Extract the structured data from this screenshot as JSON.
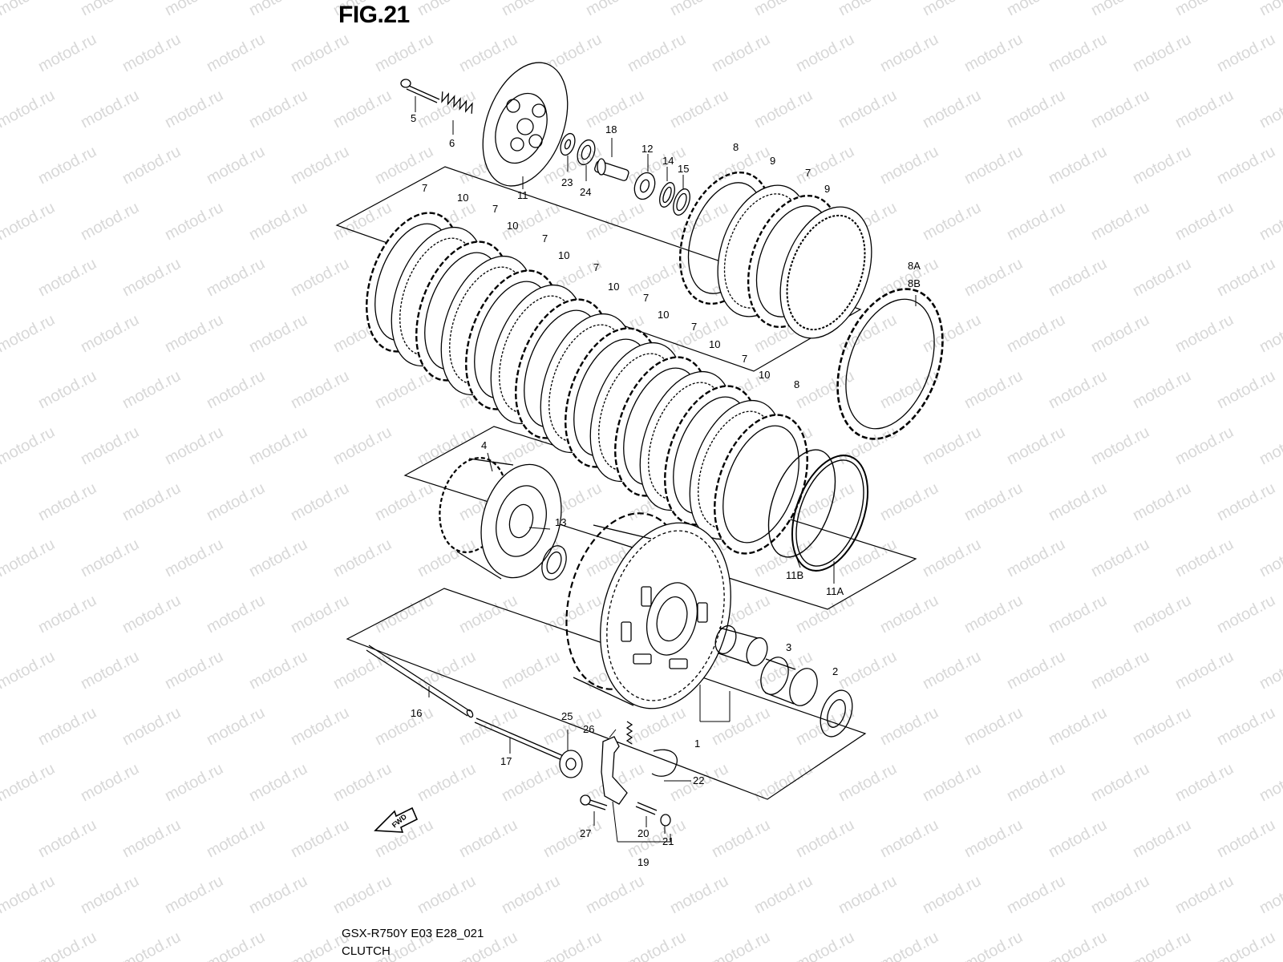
{
  "figure": {
    "title": "FIG.21"
  },
  "footer": {
    "code": "GSX-R750Y E03 E28_021",
    "name": "CLUTCH"
  },
  "watermark": {
    "text": "motod.ru",
    "color": "#d8d8d8"
  },
  "direction_arrow": {
    "label": "FWD"
  },
  "callouts": [
    {
      "id": "c5",
      "label": "5"
    },
    {
      "id": "c6",
      "label": "6"
    },
    {
      "id": "c11",
      "label": "11"
    },
    {
      "id": "c23",
      "label": "23"
    },
    {
      "id": "c24",
      "label": "24"
    },
    {
      "id": "c18",
      "label": "18"
    },
    {
      "id": "c12",
      "label": "12"
    },
    {
      "id": "c14",
      "label": "14"
    },
    {
      "id": "c15",
      "label": "15"
    },
    {
      "id": "c8a",
      "label": "8"
    },
    {
      "id": "c9a",
      "label": "9"
    },
    {
      "id": "c7a",
      "label": "7"
    },
    {
      "id": "c9b",
      "label": "9"
    },
    {
      "id": "c8A",
      "label": "8A"
    },
    {
      "id": "c8B",
      "label": "8B"
    },
    {
      "id": "c7_1",
      "label": "7"
    },
    {
      "id": "c10_1",
      "label": "10"
    },
    {
      "id": "c7_2",
      "label": "7"
    },
    {
      "id": "c10_2",
      "label": "10"
    },
    {
      "id": "c7_3",
      "label": "7"
    },
    {
      "id": "c10_3",
      "label": "10"
    },
    {
      "id": "c7_4",
      "label": "7"
    },
    {
      "id": "c10_4",
      "label": "10"
    },
    {
      "id": "c7_5",
      "label": "7"
    },
    {
      "id": "c10_5",
      "label": "10"
    },
    {
      "id": "c7_6",
      "label": "7"
    },
    {
      "id": "c10_6",
      "label": "10"
    },
    {
      "id": "c7_7",
      "label": "7"
    },
    {
      "id": "c10_7",
      "label": "10"
    },
    {
      "id": "c8b",
      "label": "8"
    },
    {
      "id": "c4",
      "label": "4"
    },
    {
      "id": "c13",
      "label": "13"
    },
    {
      "id": "c11B",
      "label": "11B"
    },
    {
      "id": "c11A",
      "label": "11A"
    },
    {
      "id": "c3",
      "label": "3"
    },
    {
      "id": "c2",
      "label": "2"
    },
    {
      "id": "c1",
      "label": "1"
    },
    {
      "id": "c16",
      "label": "16"
    },
    {
      "id": "c17",
      "label": "17"
    },
    {
      "id": "c25",
      "label": "25"
    },
    {
      "id": "c26",
      "label": "26"
    },
    {
      "id": "c22",
      "label": "22"
    },
    {
      "id": "c27",
      "label": "27"
    },
    {
      "id": "c20",
      "label": "20"
    },
    {
      "id": "c21",
      "label": "21"
    },
    {
      "id": "c19",
      "label": "19"
    }
  ]
}
